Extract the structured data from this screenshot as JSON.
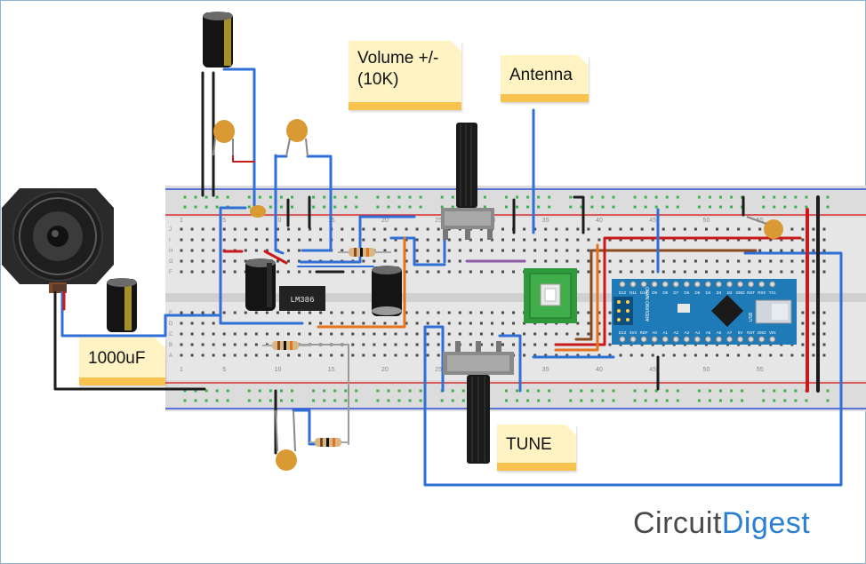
{
  "labels": {
    "volume": "Volume +/-\n(10K)",
    "antenna": "Antenna",
    "capacitor": "1000uF",
    "tune": "TUNE",
    "ic": "LM386"
  },
  "board": {
    "row_letters_top": [
      "J",
      "I",
      "H",
      "G",
      "F"
    ],
    "row_letters_bottom": [
      "E",
      "D",
      "C",
      "B",
      "A"
    ],
    "column_numbers": [
      "1",
      "5",
      "10",
      "15",
      "20",
      "25",
      "30",
      "35",
      "40",
      "45",
      "50",
      "55"
    ]
  },
  "nano_text": {
    "pins_top": [
      "D12",
      "D11",
      "D10",
      "D9",
      "D8",
      "D7",
      "D6",
      "D5",
      "D4",
      "D3",
      "D2",
      "GND",
      "RST",
      "RX0",
      "TX1"
    ],
    "pins_bottom": [
      "D13",
      "3V3",
      "REF",
      "A0",
      "A1",
      "A2",
      "A3",
      "A4",
      "A5",
      "A6",
      "A7",
      "5V",
      "RST",
      "GND",
      "VIN"
    ],
    "name": "ARDUINO NANO",
    "usb": "USB"
  },
  "brand": {
    "part1": "Circuit",
    "part2": "Digest"
  },
  "colors": {
    "wire_blue": "#2f6fd6",
    "wire_red": "#c8191b",
    "wire_black": "#1c1c1c",
    "wire_orange": "#e8731e",
    "wire_brown": "#8a4a1e",
    "wire_gray": "#9a9a9a",
    "wire_purple": "#8e5aa8",
    "nano_blue": "#1f7bb8",
    "module_green": "#2f9a3b",
    "note_fill": "#fff3c4",
    "note_strip": "#f7c34e",
    "brand_blue": "#2a7fd0"
  }
}
